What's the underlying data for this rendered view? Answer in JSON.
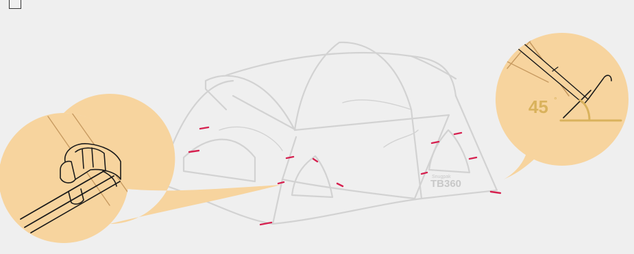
{
  "colors": {
    "background": "#efefef",
    "callout_fill": "#f7d49e",
    "tent_line": "#d2d2d2",
    "clip_mark": "#d6204f",
    "detail_line": "#1a1a1a",
    "gold_text": "#d9b25c"
  },
  "tent": {
    "brand_label": "TB360",
    "small_label": "Snugpak"
  },
  "right_detail": {
    "angle_label": "45",
    "degree_symbol": "°"
  },
  "icons": [
    "pole-clip-icon",
    "tent-peg-icon"
  ]
}
